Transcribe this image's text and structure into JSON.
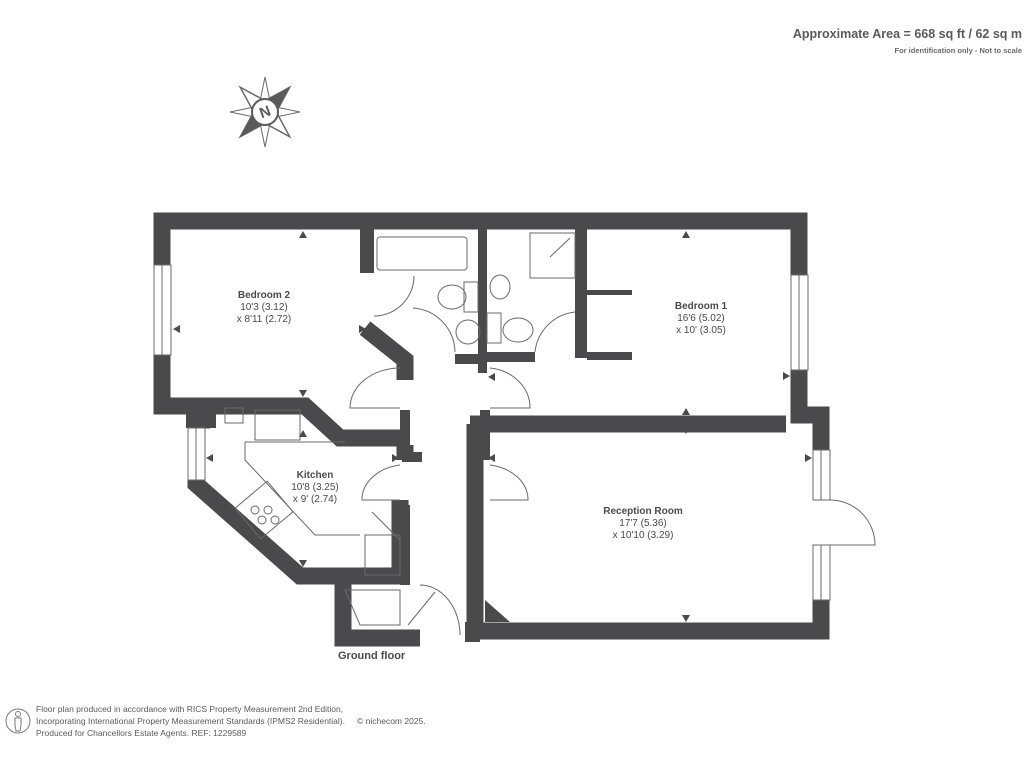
{
  "header": {
    "area": "Approximate Area = 668 sq ft / 62 sq m",
    "note": "For identification only - Not to scale"
  },
  "compass": {
    "label": "N"
  },
  "rooms": [
    {
      "name": "Bedroom 2",
      "dim1": "10'3 (3.12)",
      "dim2": "x 8'11 (2.72)"
    },
    {
      "name": "Bedroom 1",
      "dim1": "16'6 (5.02)",
      "dim2": "x 10' (3.05)"
    },
    {
      "name": "Kitchen",
      "dim1": "10'8 (3.25)",
      "dim2": "x 9' (2.74)"
    },
    {
      "name": "Reception Room",
      "dim1": "17'7 (5.36)",
      "dim2": "x 10'10 (3.29)"
    }
  ],
  "floor_label": "Ground floor",
  "footer": {
    "line1": "Floor plan produced in accordance with RICS Property Measurement 2nd Edition,",
    "line2": "Incorporating International Property Measurement Standards (IPMS2 Residential).",
    "copyright": "© nichecom 2025.",
    "line3": "Produced for Chancellors Estate Agents.   REF:  1229589"
  },
  "colors": {
    "wall": "#4a4a4c",
    "line": "#6a6a6c"
  }
}
